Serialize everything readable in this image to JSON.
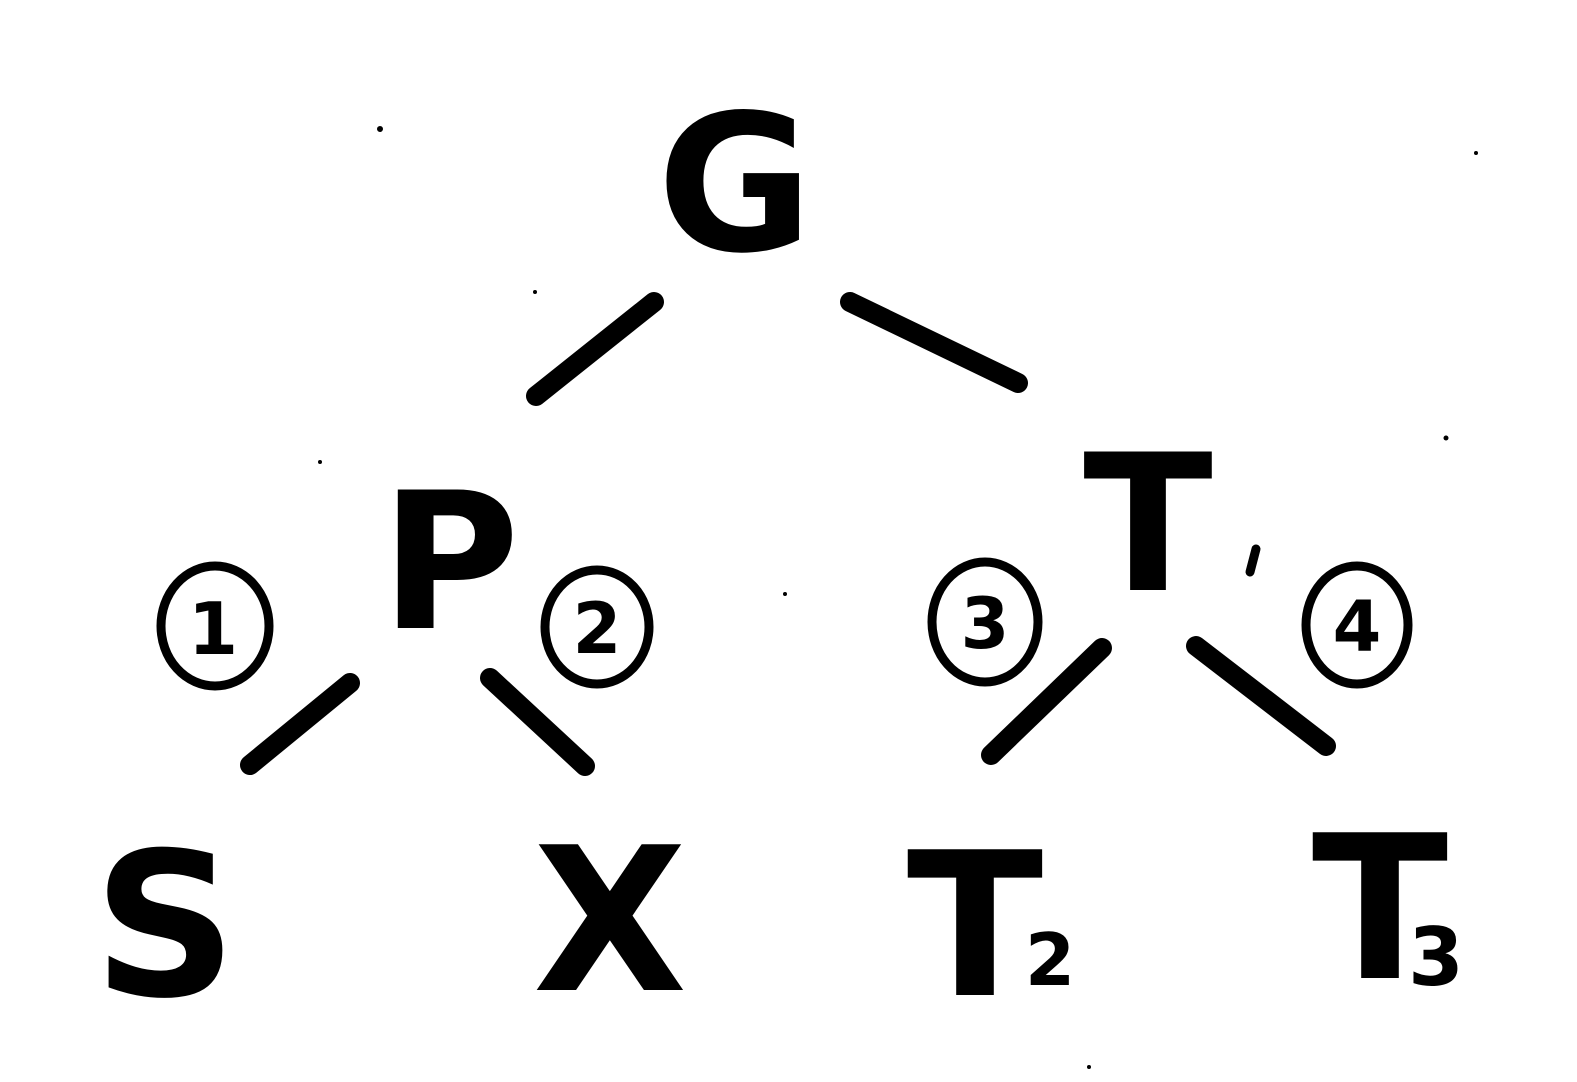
{
  "tree": {
    "root": {
      "label": "G"
    },
    "left": {
      "label": "P"
    },
    "right": {
      "label": "T"
    },
    "leaves": [
      {
        "label": "S",
        "sub": ""
      },
      {
        "label": "X",
        "sub": ""
      },
      {
        "label": "T",
        "sub": "2"
      },
      {
        "label": "T",
        "sub": "3"
      }
    ],
    "edge_badges": [
      {
        "label": "1"
      },
      {
        "label": "2"
      },
      {
        "label": "3"
      },
      {
        "label": "4"
      }
    ]
  },
  "colors": {
    "ink": "#000000",
    "paper": "#ffffff"
  }
}
